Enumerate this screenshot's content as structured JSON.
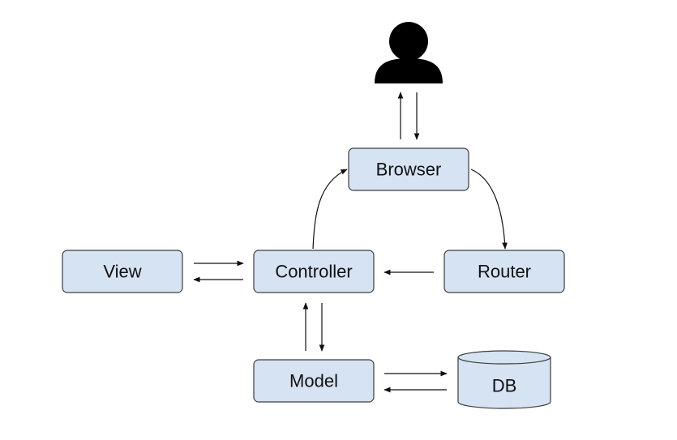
{
  "diagram": {
    "nodes": {
      "user": {
        "icon": "person-icon"
      },
      "browser": {
        "label": "Browser"
      },
      "controller": {
        "label": "Controller"
      },
      "view": {
        "label": "View"
      },
      "router": {
        "label": "Router"
      },
      "model": {
        "label": "Model"
      },
      "db": {
        "label": "DB",
        "icon": "database-cylinder-icon"
      }
    },
    "edges": [
      {
        "from": "browser",
        "to": "user"
      },
      {
        "from": "user",
        "to": "browser"
      },
      {
        "from": "browser",
        "to": "router"
      },
      {
        "from": "router",
        "to": "controller"
      },
      {
        "from": "controller",
        "to": "browser"
      },
      {
        "from": "view",
        "to": "controller"
      },
      {
        "from": "controller",
        "to": "view"
      },
      {
        "from": "controller",
        "to": "model"
      },
      {
        "from": "model",
        "to": "controller"
      },
      {
        "from": "model",
        "to": "db"
      },
      {
        "from": "db",
        "to": "model"
      }
    ],
    "colors": {
      "node_fill": "#d5e3f3",
      "node_stroke": "#3d3d3d",
      "arrow": "#111111",
      "user_icon": "#000000"
    }
  }
}
